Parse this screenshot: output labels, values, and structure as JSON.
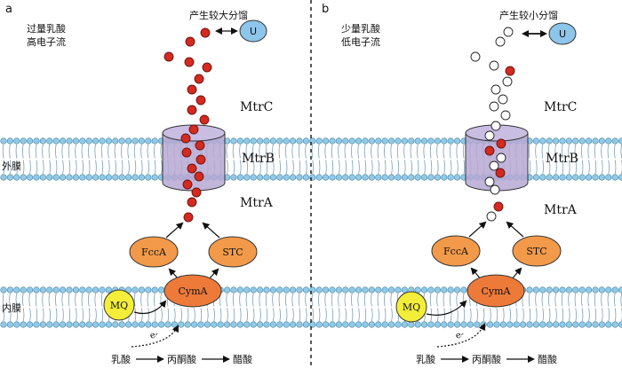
{
  "panels": [
    {
      "letter": "a",
      "condition": [
        "过量乳酸",
        "高电子流"
      ],
      "partition_label": "产生较大分馏",
      "u_label": "U",
      "mtrC": "MtrC",
      "mtrB": "MtrB",
      "mtrA": "MtrA",
      "fccA": "FccA",
      "stc": "STC",
      "cymA": "CymA",
      "mq": "MQ",
      "electron": "e-",
      "pathway": [
        "乳酸",
        "丙酮酸",
        "醋酸"
      ],
      "chain_style": "mostly-reduced"
    },
    {
      "letter": "b",
      "condition": [
        "少量乳酸",
        "低电子流"
      ],
      "partition_label": "产生较小分馏",
      "u_label": "U",
      "mtrC": "MtrC",
      "mtrB": "MtrB",
      "mtrA": "MtrA",
      "fccA": "FccA",
      "stc": "STC",
      "cymA": "CymA",
      "mq": "MQ",
      "electron": "e-",
      "pathway": [
        "乳酸",
        "丙酮酸",
        "醋酸"
      ],
      "chain_style": "mostly-oxidized"
    }
  ],
  "membrane_labels": {
    "outer": "外膜",
    "inner": "内膜"
  },
  "colors": {
    "lipid_head": "#8ecbea",
    "lipid_outline": "#4a7f9e",
    "heme_red": "#d42a1f",
    "heme_open": "#ffffff",
    "u_blue": "#8ec5ea",
    "orange": "#f29a4a",
    "cymA_orange": "#ee7a3a",
    "mq_yellow": "#f4ee3a",
    "barrel_purple": "#b7a8d4"
  }
}
